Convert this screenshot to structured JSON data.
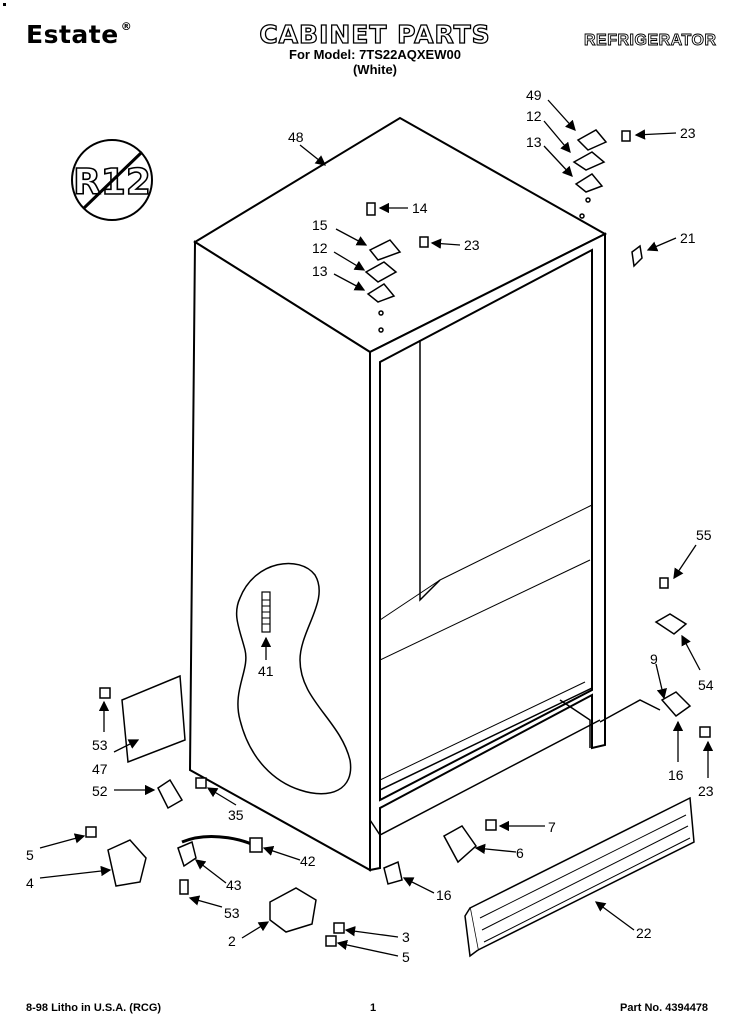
{
  "header": {
    "brand": "Estate",
    "brand_mark": "®",
    "title": "CABINET PARTS",
    "model_line": "For Model: 7TS22AQXEW00",
    "color_line": "(White)",
    "product": "REFRIGERATOR"
  },
  "badge": {
    "text": "R12"
  },
  "callouts": [
    {
      "id": "c48",
      "text": "48"
    },
    {
      "id": "c49",
      "text": "49"
    },
    {
      "id": "c12a",
      "text": "12"
    },
    {
      "id": "c13a",
      "text": "13"
    },
    {
      "id": "c23a",
      "text": "23"
    },
    {
      "id": "c14",
      "text": "14"
    },
    {
      "id": "c15",
      "text": "15"
    },
    {
      "id": "c12b",
      "text": "12"
    },
    {
      "id": "c13b",
      "text": "13"
    },
    {
      "id": "c23b",
      "text": "23"
    },
    {
      "id": "c21",
      "text": "21"
    },
    {
      "id": "c41",
      "text": "41"
    },
    {
      "id": "c55",
      "text": "55"
    },
    {
      "id": "c54",
      "text": "54"
    },
    {
      "id": "c9",
      "text": "9"
    },
    {
      "id": "c16a",
      "text": "16"
    },
    {
      "id": "c23c",
      "text": "23"
    },
    {
      "id": "c53a",
      "text": "53"
    },
    {
      "id": "c47",
      "text": "47"
    },
    {
      "id": "c52",
      "text": "52"
    },
    {
      "id": "c35",
      "text": "35"
    },
    {
      "id": "c5a",
      "text": "5"
    },
    {
      "id": "c4",
      "text": "4"
    },
    {
      "id": "c42",
      "text": "42"
    },
    {
      "id": "c43",
      "text": "43"
    },
    {
      "id": "c53b",
      "text": "53"
    },
    {
      "id": "c7",
      "text": "7"
    },
    {
      "id": "c6",
      "text": "6"
    },
    {
      "id": "c16b",
      "text": "16"
    },
    {
      "id": "c22",
      "text": "22"
    },
    {
      "id": "c2",
      "text": "2"
    },
    {
      "id": "c3",
      "text": "3"
    },
    {
      "id": "c5b",
      "text": "5"
    }
  ],
  "footer": {
    "litho": "8-98 Litho in U.S.A. (RCG)",
    "page": "1",
    "part_no": "Part No. 4394478"
  }
}
